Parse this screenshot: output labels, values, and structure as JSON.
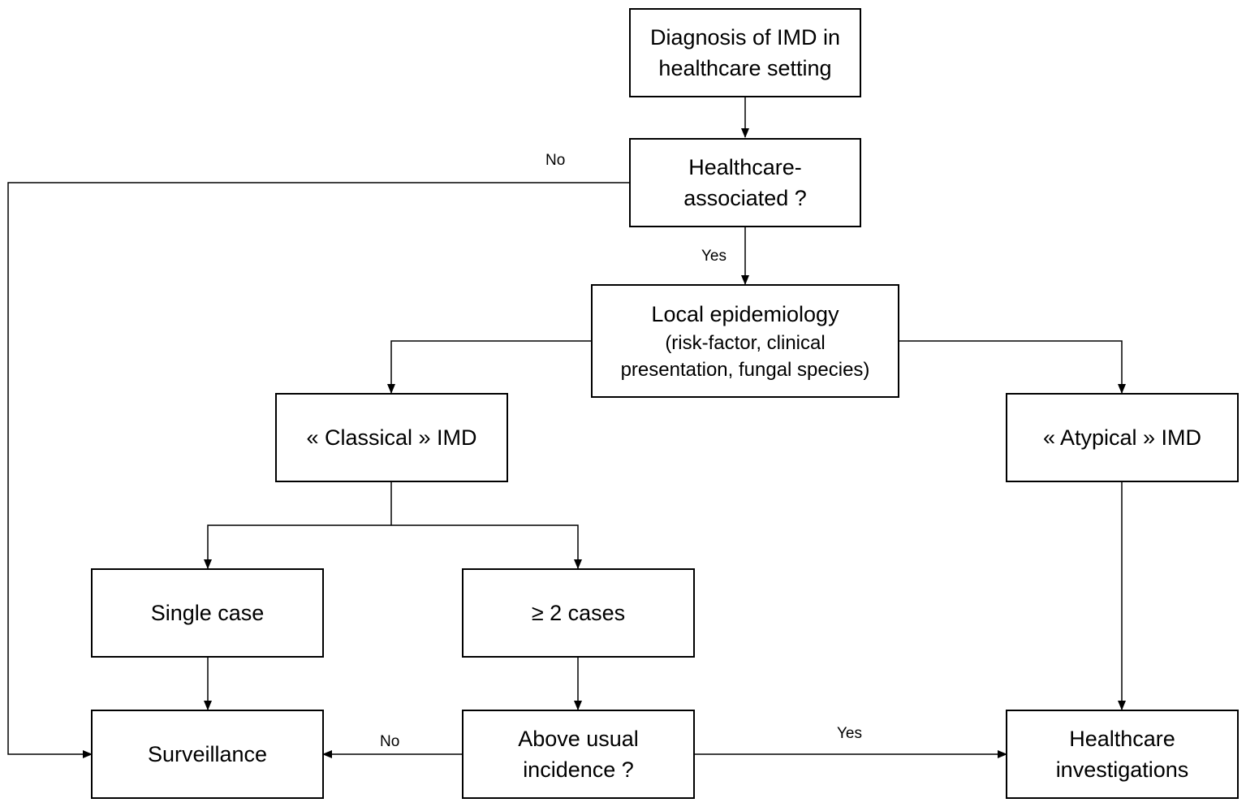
{
  "diagram": {
    "nodes": {
      "diagnosis": {
        "lines": [
          "Diagnosis of IMD in",
          "healthcare setting"
        ]
      },
      "healthcare_associated": {
        "lines": [
          "Healthcare-",
          "associated ?"
        ]
      },
      "local_epidemiology": {
        "title": "Local epidemiology",
        "detail_lines": [
          "(risk-factor, clinical",
          "presentation, fungal species)"
        ]
      },
      "classical_imd": {
        "label": "« Classical » IMD"
      },
      "atypical_imd": {
        "label": "« Atypical » IMD"
      },
      "single_case": {
        "label": "Single case"
      },
      "two_or_more_cases": {
        "label": "≥ 2 cases"
      },
      "surveillance": {
        "label": "Surveillance"
      },
      "above_usual_incidence": {
        "lines": [
          "Above usual",
          "incidence ?"
        ]
      },
      "healthcare_investigations": {
        "lines": [
          "Healthcare",
          "investigations"
        ]
      }
    },
    "edge_labels": {
      "healthcare_associated_no": "No",
      "healthcare_associated_yes": "Yes",
      "above_incidence_no": "No",
      "above_incidence_yes": "Yes"
    },
    "colors": {
      "line": "#000000",
      "box_border": "#000000",
      "background": "#ffffff"
    }
  }
}
